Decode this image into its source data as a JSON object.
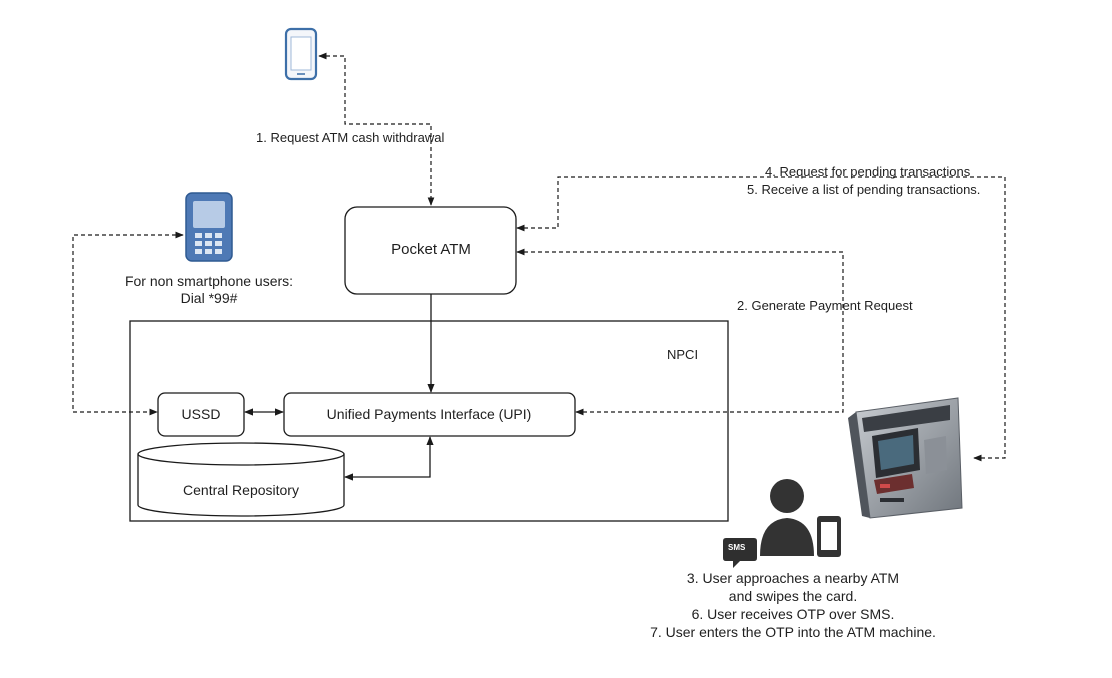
{
  "nodes": {
    "pocket_atm": "Pocket ATM",
    "npci": "NPCI",
    "ussd": "USSD",
    "upi": "Unified Payments Interface (UPI)",
    "central_repository": "Central Repository"
  },
  "labels": {
    "step1": "1. Request ATM cash withdrawal",
    "step2": "2. Generate Payment Request",
    "step4": "4. Request for pending transactions",
    "step5": "5. Receive a list of pending transactions.",
    "non_smartphone_line1": "For non smartphone users:",
    "non_smartphone_line2": "Dial *99#",
    "step3_line1": "3. User approaches a nearby ATM",
    "step3_line2": "and swipes the card.",
    "step6": "6. User receives OTP over SMS.",
    "step7": "7. User enters the OTP into the ATM machine.",
    "sms_badge": "SMS"
  },
  "icons": [
    "smartphone-icon",
    "feature-phone-icon",
    "atm-machine-icon",
    "user-icon",
    "sms-bubble-icon",
    "user-phone-icon"
  ],
  "colors": {
    "stroke": "#1a1a1a",
    "icon_blue": "#3d6fa8",
    "icon_blue_light": "#9fb8d8",
    "atm_body": "#9aa0a6",
    "atm_dark": "#2b2e33",
    "user_dark": "#333333"
  }
}
